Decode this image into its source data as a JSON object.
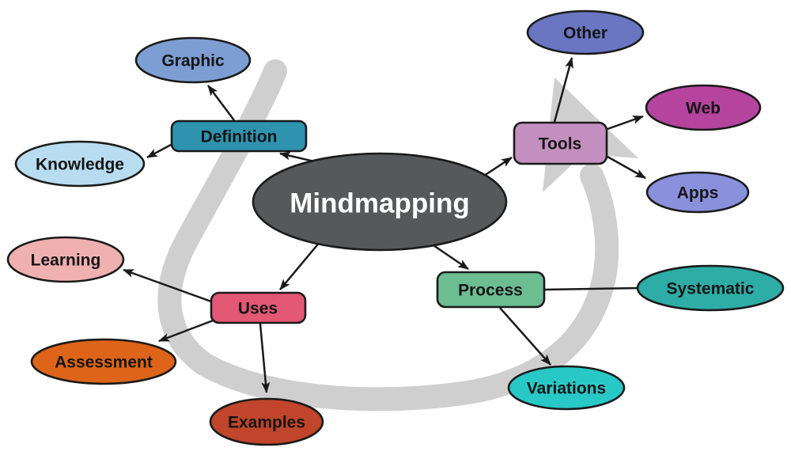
{
  "diagram": {
    "type": "mindmap",
    "topic": "Mindmapping"
  },
  "colors": {
    "background": "#FFFFFF",
    "edge": "#1A1A1A",
    "node_border": "#1A1A1A"
  },
  "background_arrow": {
    "description": "large light-gray curved arrow sweeping behind the map, pointing up toward Tools",
    "color": "#CFCFCF"
  },
  "center": {
    "label": "Mindmapping",
    "fill": "#57585A",
    "text_color": "#FFFFFF"
  },
  "branches": {
    "definition": {
      "label": "Definition",
      "fill": "#2D93AF"
    },
    "tools": {
      "label": "Tools",
      "fill": "#C38FBF"
    },
    "uses": {
      "label": "Uses",
      "fill": "#E25875"
    },
    "process": {
      "label": "Process",
      "fill": "#6CBD92"
    }
  },
  "leaves": {
    "graphic": {
      "label": "Graphic",
      "fill": "#7D9ED3"
    },
    "knowledge": {
      "label": "Knowledge",
      "fill": "#B8DCF0"
    },
    "other": {
      "label": "Other",
      "fill": "#6A76C2"
    },
    "web": {
      "label": "Web",
      "fill": "#B5449E"
    },
    "apps": {
      "label": "Apps",
      "fill": "#8A90DC"
    },
    "learning": {
      "label": "Learning",
      "fill": "#EFB1B0"
    },
    "assessment": {
      "label": "Assessment",
      "fill": "#DD6418"
    },
    "examples": {
      "label": "Examples",
      "fill": "#C0452A"
    },
    "systematic": {
      "label": "Systematic",
      "fill": "#2DADA6"
    },
    "variations": {
      "label": "Variations",
      "fill": "#27C8C6"
    }
  },
  "edges": [
    {
      "from": "Mindmapping",
      "to": "Definition",
      "arrow": true
    },
    {
      "from": "Definition",
      "to": "Graphic",
      "arrow": true
    },
    {
      "from": "Definition",
      "to": "Knowledge",
      "arrow": true
    },
    {
      "from": "Mindmapping",
      "to": "Tools",
      "arrow": true
    },
    {
      "from": "Tools",
      "to": "Other",
      "arrow": true
    },
    {
      "from": "Tools",
      "to": "Web",
      "arrow": true
    },
    {
      "from": "Tools",
      "to": "Apps",
      "arrow": true
    },
    {
      "from": "Mindmapping",
      "to": "Uses",
      "arrow": true
    },
    {
      "from": "Uses",
      "to": "Learning",
      "arrow": true
    },
    {
      "from": "Uses",
      "to": "Assessment",
      "arrow": true
    },
    {
      "from": "Uses",
      "to": "Examples",
      "arrow": true
    },
    {
      "from": "Mindmapping",
      "to": "Process",
      "arrow": true
    },
    {
      "from": "Process",
      "to": "Systematic",
      "arrow": false
    },
    {
      "from": "Process",
      "to": "Variations",
      "arrow": true
    }
  ]
}
